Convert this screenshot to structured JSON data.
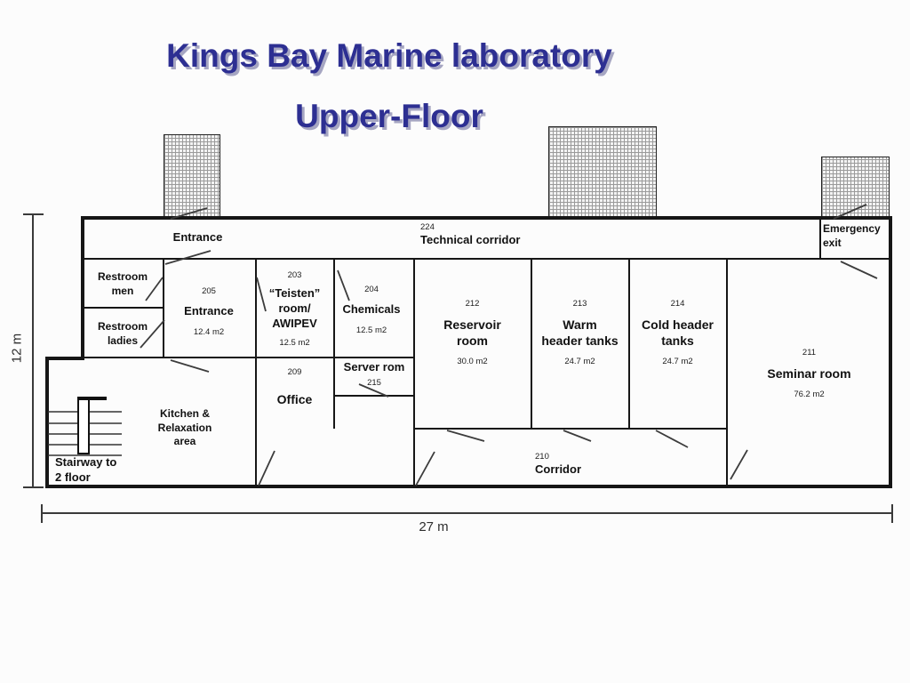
{
  "title": {
    "line1": "Kings Bay Marine laboratory",
    "line2": "Upper-Floor"
  },
  "dimensions": {
    "vertical": "12 m",
    "horizontal": "27 m"
  },
  "corridor_top": {
    "entrance_label": "Entrance",
    "number": "224",
    "name": "Technical corridor"
  },
  "emergency_exit": {
    "name": "Emergency\nexit"
  },
  "corridor_main": {
    "number": "210",
    "name": "Corridor"
  },
  "rooms": {
    "restroom_men": {
      "name": "Restroom\nmen"
    },
    "restroom_ladies": {
      "name": "Restroom\nladies"
    },
    "entrance": {
      "number": "205",
      "name": "Entrance",
      "area": "12.4 m2"
    },
    "teisten": {
      "number": "203",
      "name": "“Teisten”\nroom/\nAWIPEV",
      "area": "12.5 m2"
    },
    "chemicals": {
      "number": "204",
      "name": "Chemicals",
      "area": "12.5 m2"
    },
    "server": {
      "name": "Server rom",
      "number": "215"
    },
    "office": {
      "number": "209",
      "name": "Office"
    },
    "kitchen": {
      "name": "Kitchen &\nRelaxation\narea"
    },
    "stairway": {
      "name": "Stairway to\n2 floor"
    },
    "reservoir": {
      "number": "212",
      "name": "Reservoir\nroom",
      "area": "30.0 m2"
    },
    "warm_header": {
      "number": "213",
      "name": "Warm\nheader tanks",
      "area": "24.7 m2"
    },
    "cold_header": {
      "number": "214",
      "name": "Cold header\ntanks",
      "area": "24.7 m2"
    },
    "seminar": {
      "number": "211",
      "name": "Seminar room",
      "area": "76.2 m2"
    }
  },
  "colors": {
    "title": "#2d2f92",
    "title_shadow": "#a6a6c2",
    "wall": "#161616"
  }
}
